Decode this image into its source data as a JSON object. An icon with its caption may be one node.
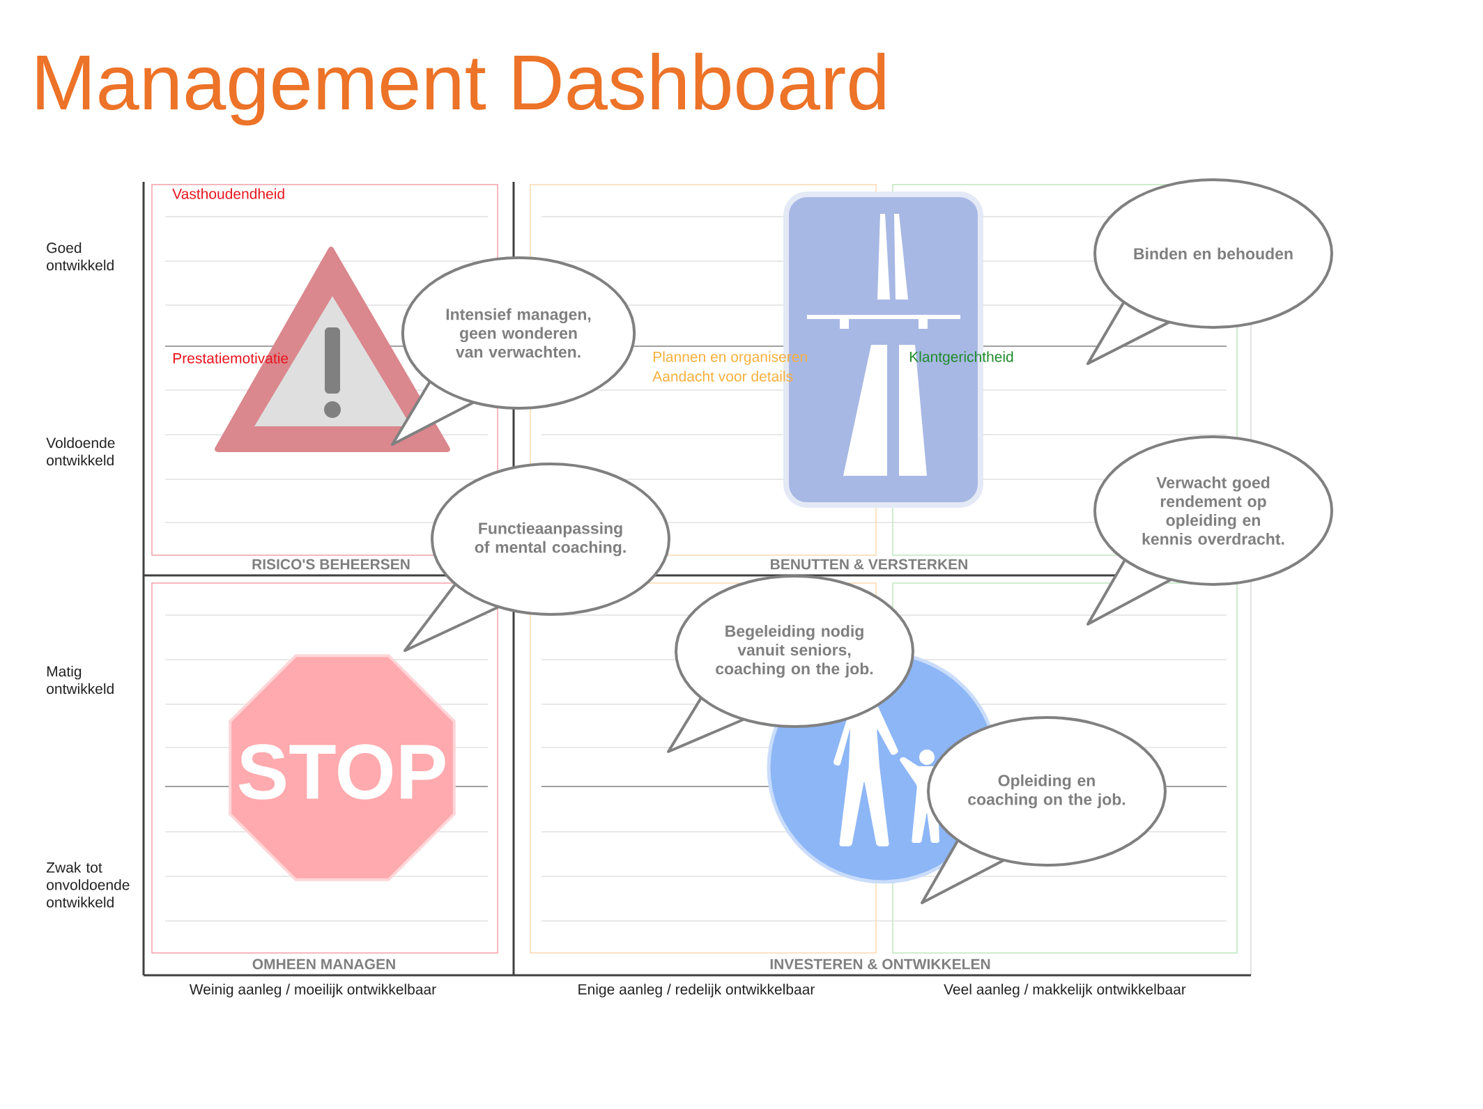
{
  "diagram": {
    "title": "Management Dashboard",
    "nodes": [
      {
        "text": [
          "Binden en behouden"
        ]
      },
      {
        "text": [
          "Intensief managen, geen wonderen van verwachten."
        ]
      },
      {
        "text": [
          "Verwacht goed rendement op opleiding en kennis overdracht."
        ]
      },
      {
        "text": [
          "Functieaanpassing of mental coaching."
        ]
      },
      {
        "text": [
          "Begeleiding nodig vanuit seniors, coaching on the job."
        ]
      },
      {
        "text": [
          "Opleiding en coaching on the job."
        ]
      }
    ],
    "labels": [
      "Vasthoudendheid",
      "Goed ontwikkeld",
      "Prestatiemotivatie",
      "Plannen en organiseren",
      "Aandacht voor details",
      "Klantgerichtheid",
      "Voldoende ontwikkeld",
      "RISICO'S BEHEERSEN",
      "BENUTTEN & VERSTERKEN",
      "Matig ontwikkeld",
      "STOP",
      "Zwak tot onvoldoende ontwikkeld",
      "OMHEEN MANAGEN",
      "INVESTEREN & ONTWIKKELEN",
      "Weinig aanleg / moeilijk ontwikkelbaar",
      "Enige aanleg / redelijk ontwikkelbaar",
      "Veel aanleg / makkelijk ontwikkelbaar"
    ]
  }
}
